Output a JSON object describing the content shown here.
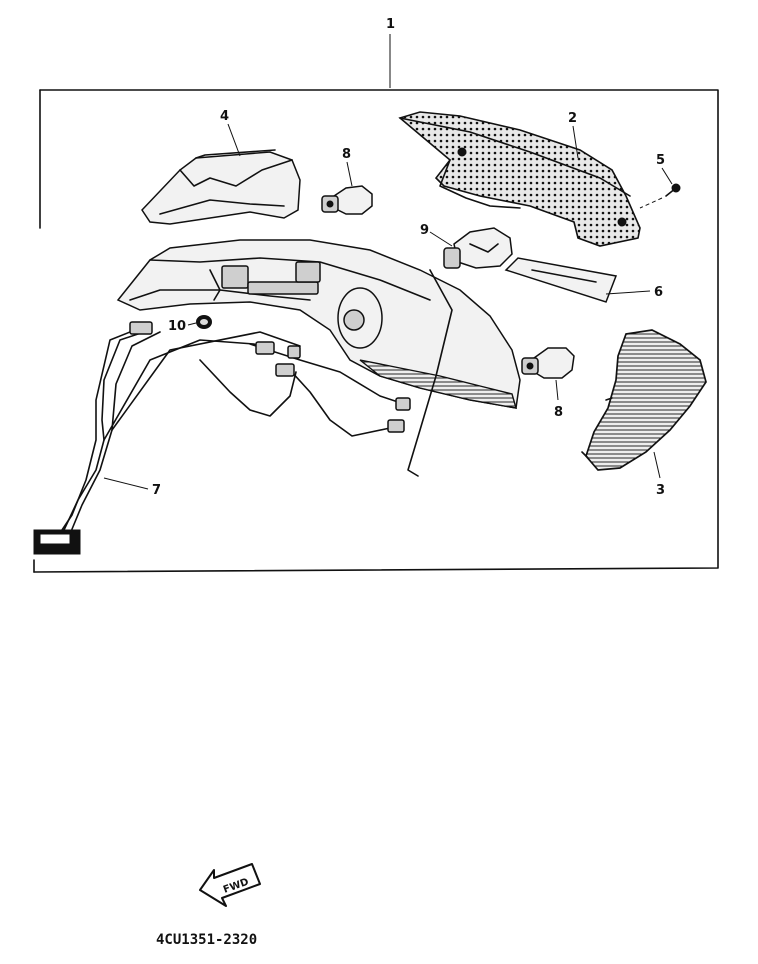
{
  "callouts": {
    "c1": "1",
    "c2": "2",
    "c3": "3",
    "c4": "4",
    "c5": "5",
    "c6": "6",
    "c7": "7",
    "c8a": "8",
    "c8b": "8",
    "c9": "9",
    "c10": "10"
  },
  "fwd_arrow_label": "FWD",
  "diagram_code": "4CU1351-2320"
}
